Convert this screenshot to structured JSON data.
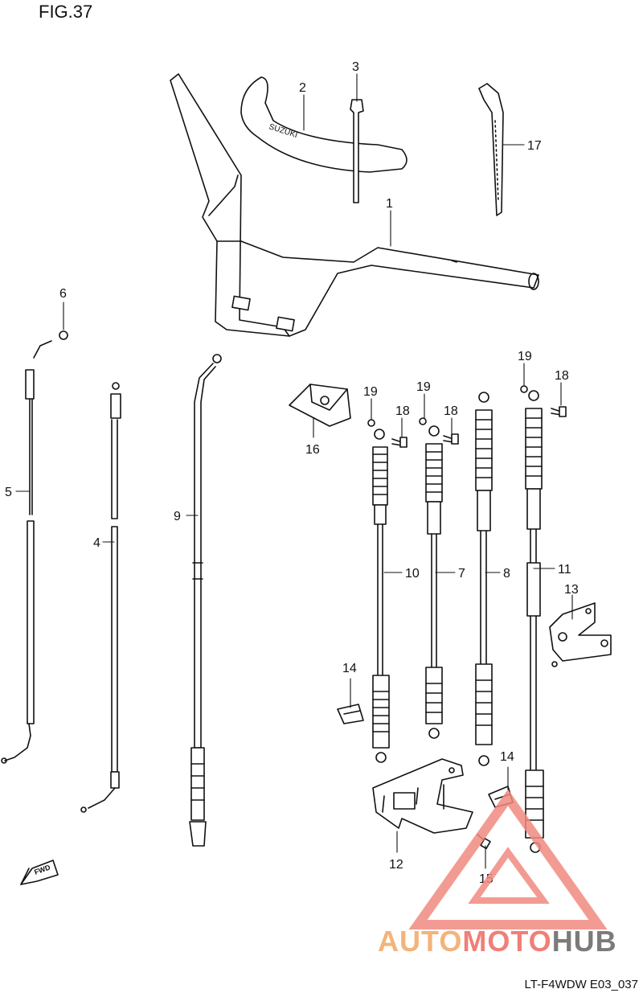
{
  "figure": {
    "title": "FIG.37",
    "code": "LT-F4WDW E03_037"
  },
  "brand_on_grip": "SUZUKI",
  "watermark": {
    "part1": "AUTO",
    "part2": "MOTO",
    "part3": "HUB",
    "colors": {
      "auto": "#f4b37a",
      "moto": "#f07f78",
      "hub": "#7b7b7b",
      "triangle": "#f08a80"
    }
  },
  "fwd_label": "FWD",
  "callouts": {
    "c1": "1",
    "c2": "2",
    "c3": "3",
    "c4": "4",
    "c5": "5",
    "c6": "6",
    "c7": "7",
    "c8": "8",
    "c9": "9",
    "c10": "10",
    "c11": "11",
    "c12": "12",
    "c13": "13",
    "c14a": "14",
    "c14b": "14",
    "c15": "15",
    "c16": "16",
    "c17": "17",
    "c18a": "18",
    "c18b": "18",
    "c18c": "18",
    "c19a": "19",
    "c19b": "19",
    "c19c": "19"
  }
}
